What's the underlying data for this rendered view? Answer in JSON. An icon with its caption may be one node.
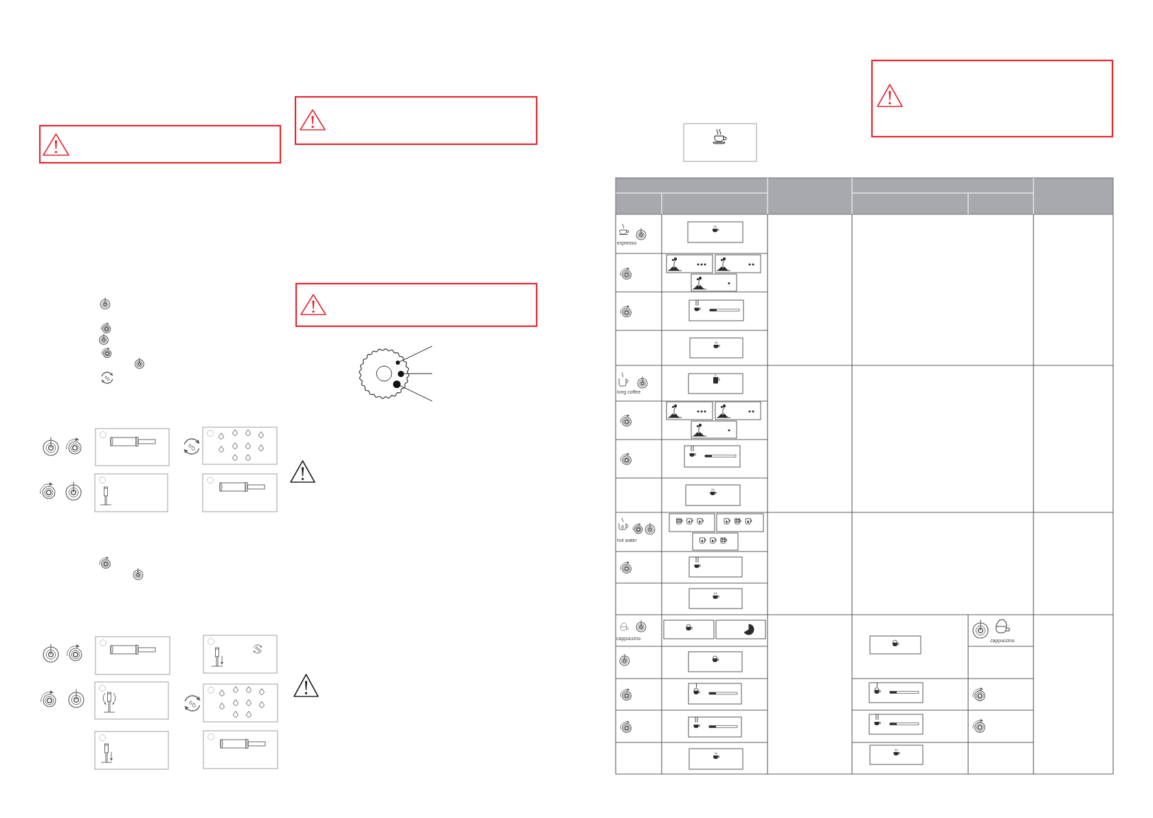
{
  "diagram": {
    "nodes": [
      {
        "text": [],
        "shape": "circle"
      },
      {
        "text": [],
        "shape": "circle"
      },
      {
        "text": [],
        "shape": "circle"
      }
    ],
    "edges": [
      {
        "from": null,
        "to": 0,
        "arrow": "none"
      },
      {
        "from": null,
        "to": 1,
        "arrow": "none"
      },
      {
        "from": null,
        "to": 2,
        "arrow": "none"
      }
    ],
    "labels": [
      "espresso",
      "long coffee",
      "hot water",
      "cappuccino",
      "cappuccino"
    ]
  }
}
